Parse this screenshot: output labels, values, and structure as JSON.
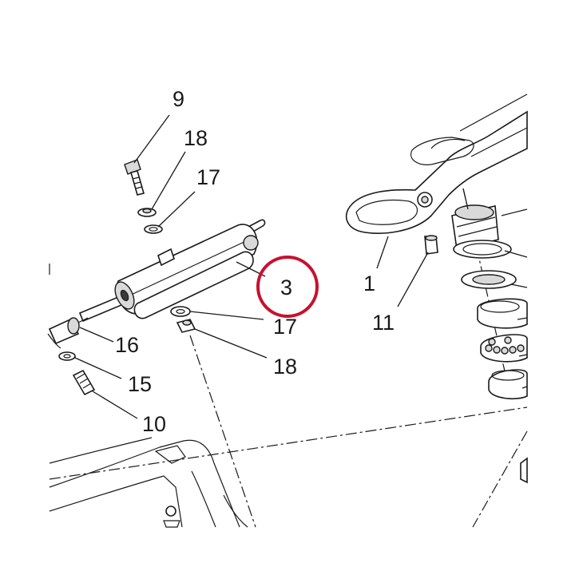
{
  "diagram": {
    "callouts": {
      "c9": "9",
      "c18_top": "18",
      "c17_top": "17",
      "c3": "3",
      "c1": "1",
      "c11": "11",
      "c17_bottom": "17",
      "c18_bottom": "18",
      "c16": "16",
      "c15": "15",
      "c10": "10"
    },
    "highlight_color": "#c8102e"
  }
}
